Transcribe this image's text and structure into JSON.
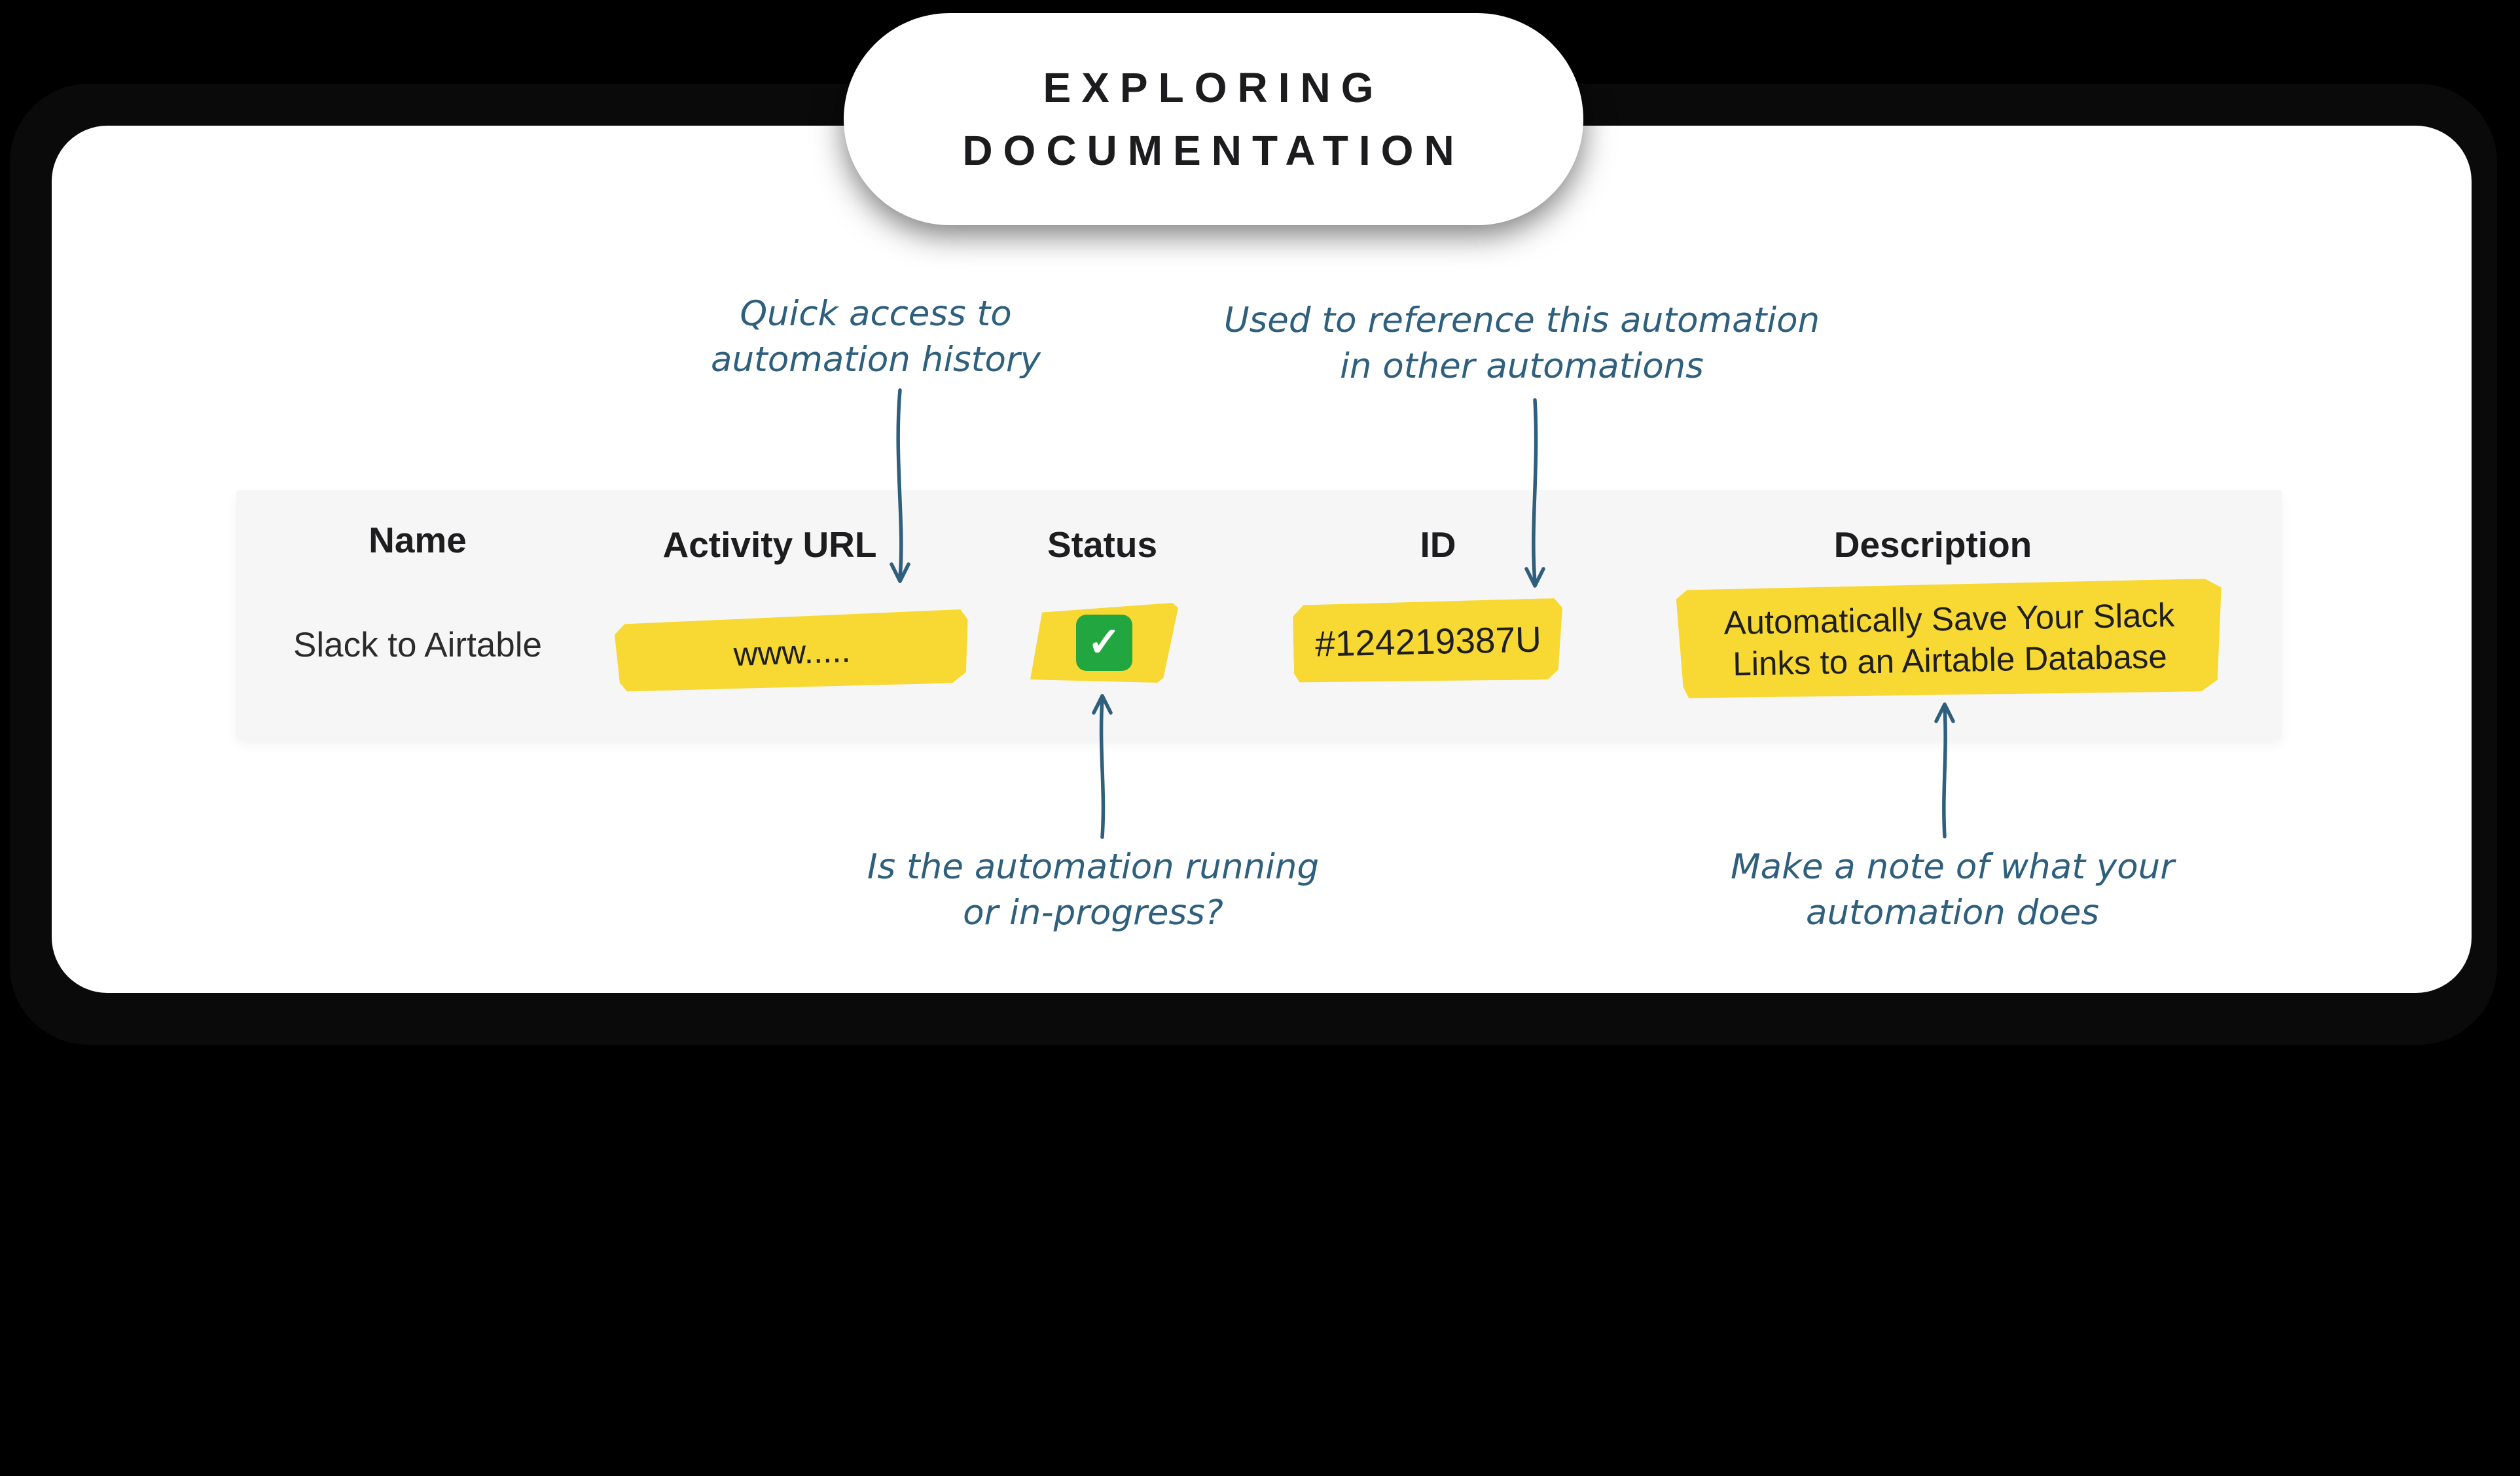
{
  "title": {
    "line1": "EXPLORING",
    "line2": "DOCUMENTATION"
  },
  "annotations": {
    "activity_url": {
      "line1": "Quick access to",
      "line2": "automation history"
    },
    "id": {
      "line1": "Used to reference this automation",
      "line2": "in other automations"
    },
    "status": {
      "line1": "Is the automation running",
      "line2": "or in-progress?"
    },
    "description": {
      "line1": "Make a note of what your",
      "line2": "automation does"
    }
  },
  "table": {
    "headers": [
      "Name",
      "Activity URL",
      "Status",
      "ID",
      "Description"
    ],
    "row": {
      "name": "Slack to Airtable",
      "activity_url": "www.....",
      "status_icon": "green-checkmark",
      "status_glyph": "✓",
      "id": "#124219387U",
      "description_line1": "Automatically Save Your Slack",
      "description_line2": "Links to an Airtable Database"
    }
  },
  "colors": {
    "background": "#000000",
    "card": "#FFFFFF",
    "highlight": "#F8D832",
    "annotation_ink": "#2E5F7D",
    "check_green": "#22A63F",
    "title_ink": "#1C1C1E"
  }
}
